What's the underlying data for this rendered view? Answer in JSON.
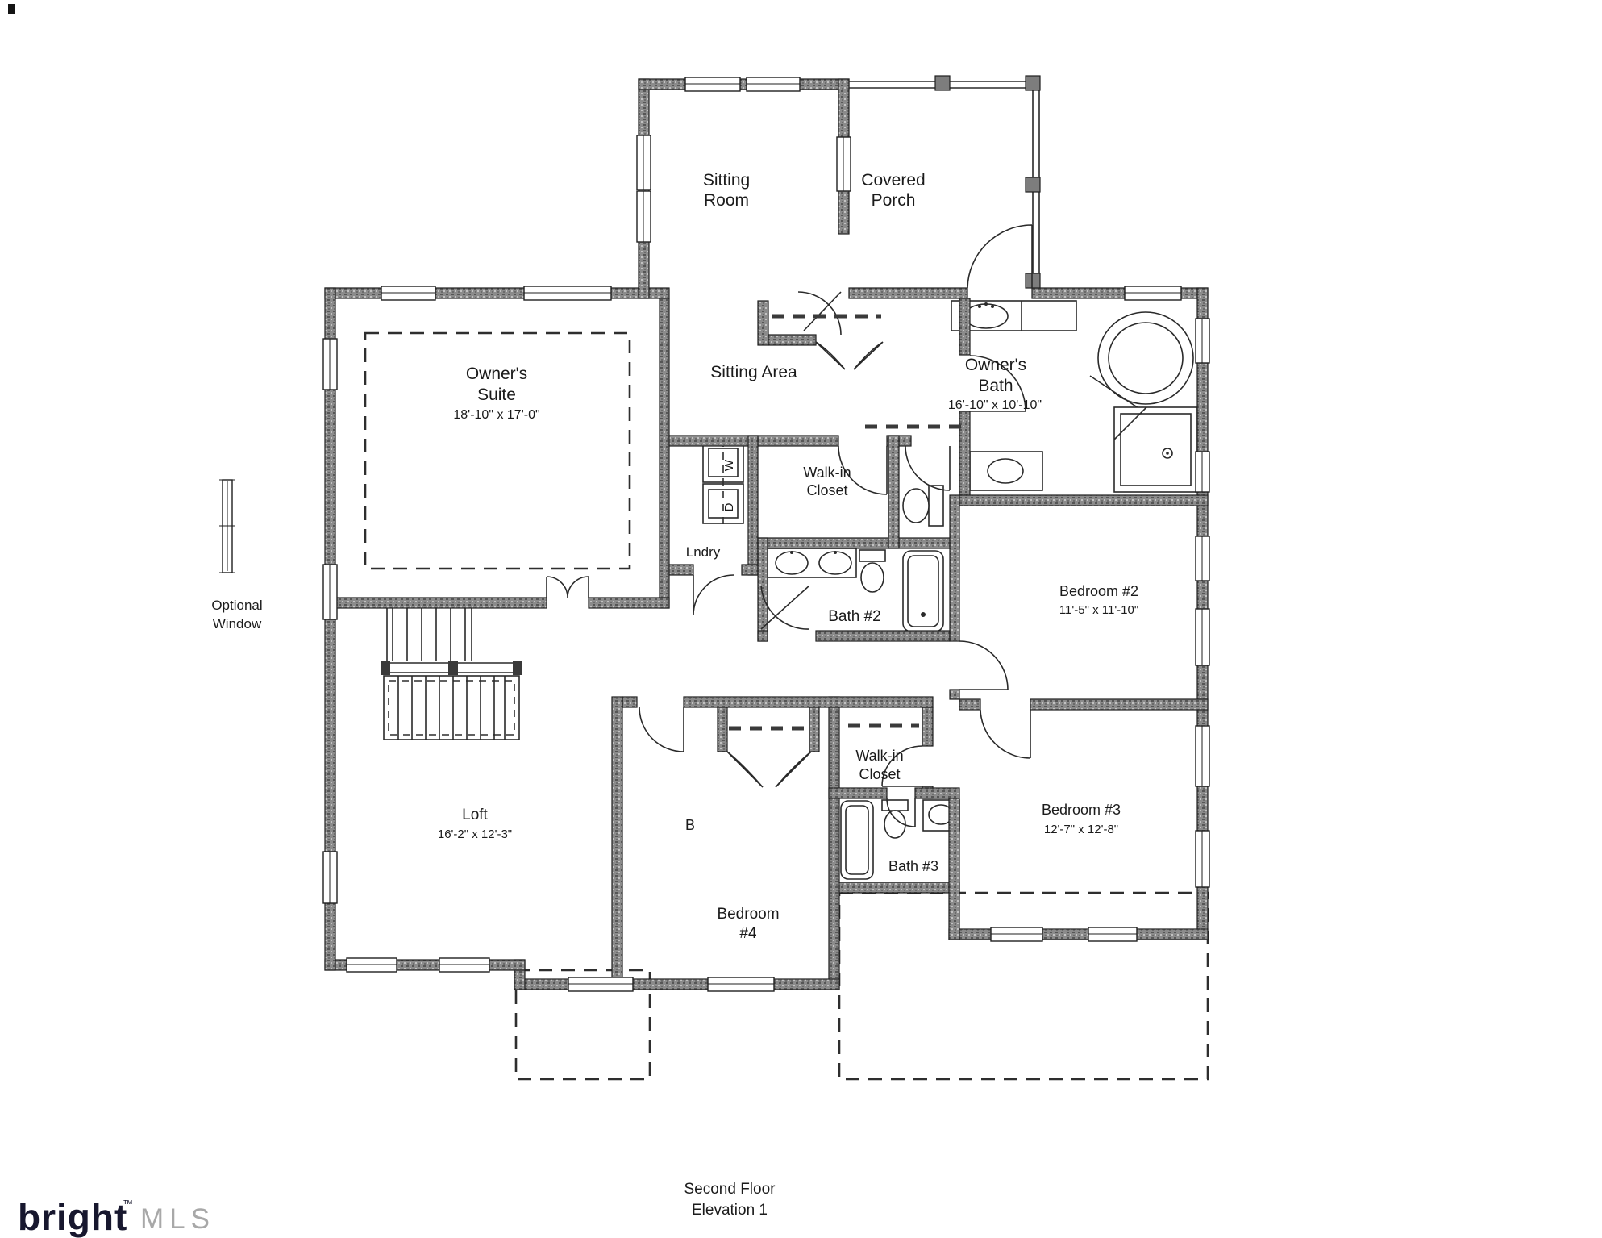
{
  "plan": {
    "rooms": [
      {
        "id": "sitting-room",
        "lines": [
          "Sitting",
          "Room"
        ]
      },
      {
        "id": "covered-porch",
        "lines": [
          "Covered",
          "Porch"
        ]
      },
      {
        "id": "owners-suite",
        "lines": [
          "Owner's",
          "Suite",
          "18'-10\" x 17'-0\""
        ]
      },
      {
        "id": "sitting-area",
        "lines": [
          "Sitting Area"
        ]
      },
      {
        "id": "owners-bath",
        "lines": [
          "Owner's",
          "Bath",
          "16'-10\" x 10'-10\""
        ]
      },
      {
        "id": "laundry",
        "lines": [
          "Lndry"
        ]
      },
      {
        "id": "walk-in-closet-1",
        "lines": [
          "Walk-in",
          "Closet"
        ]
      },
      {
        "id": "bath-2",
        "lines": [
          "Bath #2"
        ]
      },
      {
        "id": "bedroom-2",
        "lines": [
          "Bedroom #2",
          "11'-5\" x 11'-10\""
        ]
      },
      {
        "id": "loft",
        "lines": [
          "Loft",
          "16'-2\" x 12'-3\""
        ]
      },
      {
        "id": "bedroom-4",
        "lines": [
          "Bedroom",
          "#4"
        ]
      },
      {
        "id": "b-annotation",
        "lines": [
          "B"
        ]
      },
      {
        "id": "walk-in-closet-2",
        "lines": [
          "Walk-in",
          "Closet"
        ]
      },
      {
        "id": "bath-3",
        "lines": [
          "Bath #3"
        ]
      },
      {
        "id": "bedroom-3",
        "lines": [
          "Bedroom #3",
          "12'-7\" x 12'-8\""
        ]
      }
    ],
    "appliances": {
      "washer": "W",
      "dryer": "D"
    },
    "annotation": {
      "optional_window_l1": "Optional",
      "optional_window_l2": "Window"
    },
    "footer": {
      "line1": "Second Floor",
      "line2": "Elevation 1"
    },
    "logo": {
      "brand": "bright",
      "tm": "™",
      "suffix": "MLS"
    },
    "colors": {
      "background": "#ffffff",
      "wall_fill": "#8b8b8b",
      "line": "#1f1f1f",
      "text": "#1b1b1b",
      "logo_brand": "#17172e",
      "logo_suffix": "#a8a8a8"
    }
  }
}
